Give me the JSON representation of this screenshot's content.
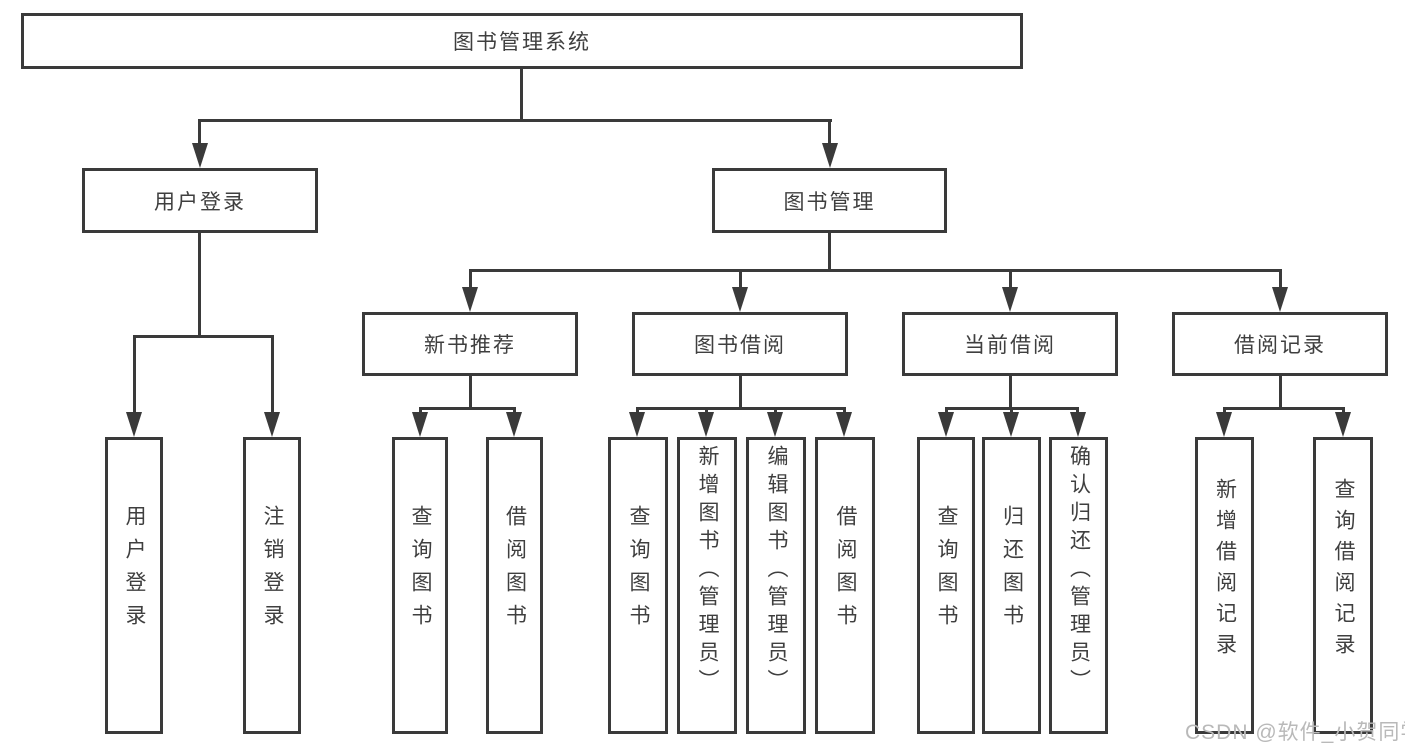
{
  "tree": {
    "label": "图书管理系统",
    "children": [
      {
        "label": "用户登录",
        "children": [
          {
            "label": "用户登录"
          },
          {
            "label": "注销登录"
          }
        ]
      },
      {
        "label": "图书管理",
        "children": [
          {
            "label": "新书推荐",
            "children": [
              {
                "label": "查询图书"
              },
              {
                "label": "借阅图书"
              }
            ]
          },
          {
            "label": "图书借阅",
            "children": [
              {
                "label": "查询图书"
              },
              {
                "label": "新增图书（管理员）"
              },
              {
                "label": "编辑图书（管理员）"
              },
              {
                "label": "借阅图书"
              }
            ]
          },
          {
            "label": "当前借阅",
            "children": [
              {
                "label": "查询图书"
              },
              {
                "label": "归还图书"
              },
              {
                "label": "确认归还（管理员）"
              }
            ]
          },
          {
            "label": "借阅记录",
            "children": [
              {
                "label": "新增借阅记录"
              },
              {
                "label": "查询借阅记录"
              }
            ]
          }
        ]
      }
    ]
  },
  "watermark": {
    "text": "CSDN @软件_小贺同学"
  },
  "colors": {
    "line": "#3a3a3a",
    "text": "#3f3f3f",
    "background": "#ffffff",
    "watermark": "#b9b9b9"
  }
}
